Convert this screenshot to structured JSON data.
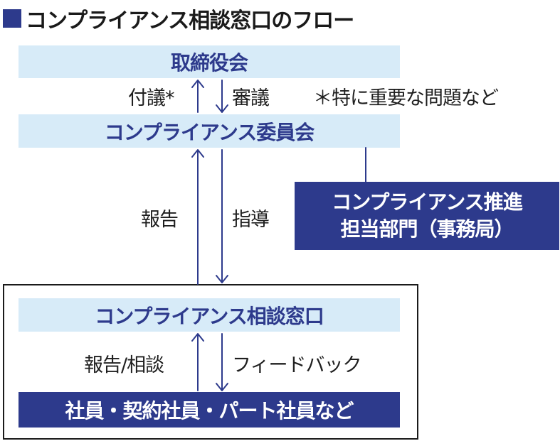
{
  "title": "コンプライアンス相談窓口のフロー",
  "nodes": {
    "board": "取締役会",
    "committee": "コンプライアンス委員会",
    "promotion_line1": "コンプライアンス推進",
    "promotion_line2": "担当部門（事務局）",
    "desk": "コンプライアンス相談窓口",
    "employees": "社員・契約社員・パート社員など"
  },
  "edge_labels": {
    "submit": "付議*",
    "deliberation": "審議",
    "important_note": "＊特に重要な問題など",
    "report": "報告",
    "guidance": "指導",
    "report_consult": "報告/相談",
    "feedback": "フィードバック"
  },
  "colors": {
    "navy": "#2d3a8c",
    "light_blue": "#d7ebf8"
  }
}
